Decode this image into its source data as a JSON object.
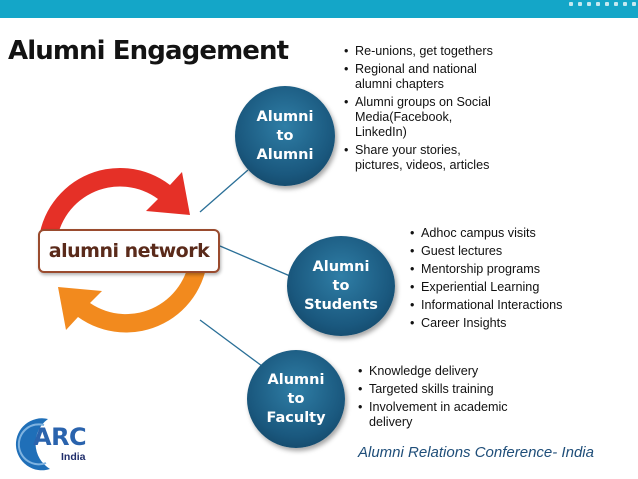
{
  "slide": {
    "title": "Alumni Engagement",
    "accent_color": "#14a6c8",
    "bubble_color": "#1a587e"
  },
  "center_logo": {
    "text": "alumni network",
    "arrow_colors": [
      "#e53027",
      "#f28a1e"
    ]
  },
  "nodes": [
    {
      "label": "Alumni\nto\nAlumni",
      "items": [
        "Re-unions, get togethers",
        "Regional and national alumni chapters",
        "Alumni groups on Social Media(Facebook, LinkedIn)",
        "Share your stories, pictures, videos, articles"
      ]
    },
    {
      "label": "Alumni\nto\nStudents",
      "items": [
        "Adhoc campus visits",
        "Guest lectures",
        "Mentorship programs",
        "Experiential Learning",
        "Informational Interactions",
        "Career Insights"
      ]
    },
    {
      "label": "Alumni\nto\nFaculty",
      "items": [
        "Knowledge delivery",
        "Targeted skills training",
        "Involvement in academic delivery"
      ]
    }
  ],
  "brand": {
    "arc": "ARC",
    "country": "India"
  },
  "footer": "Alumni Relations Conference- India"
}
